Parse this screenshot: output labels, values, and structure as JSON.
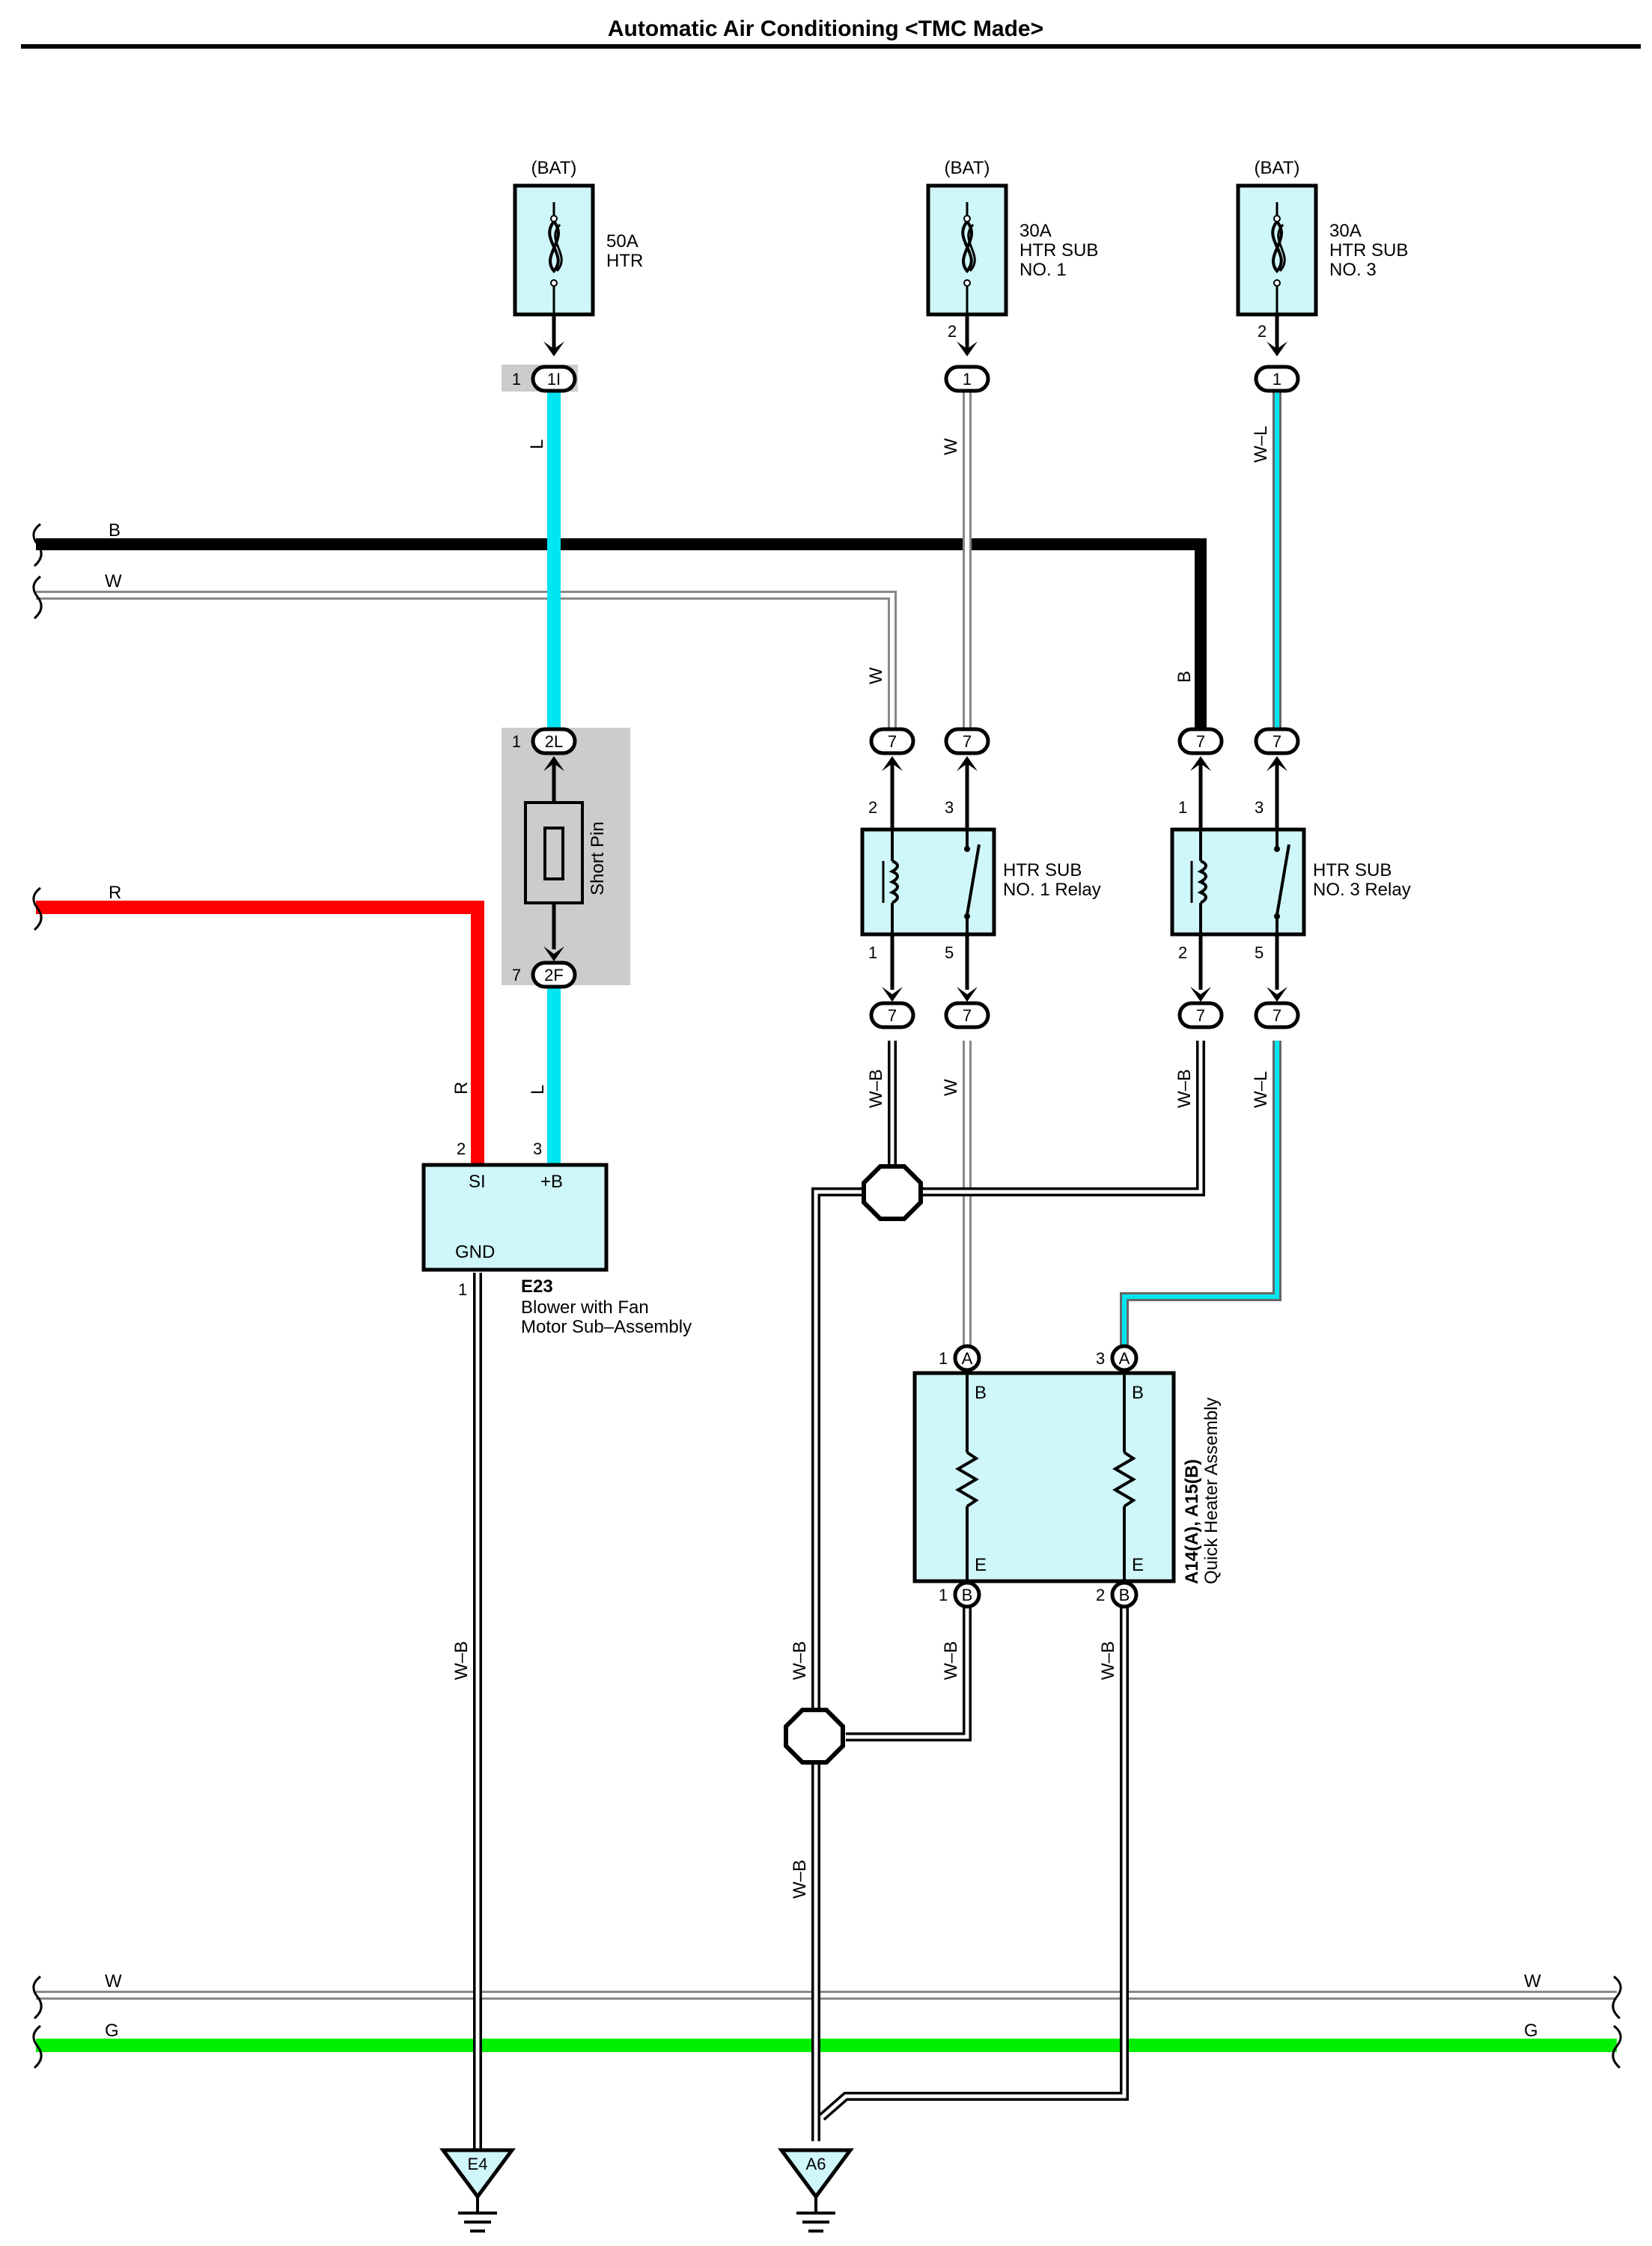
{
  "title": "Automatic Air Conditioning <TMC Made>",
  "colors": {
    "box_fill": "#cff6f8",
    "wire_L": "#00e5f0",
    "wire_R": "#ff0000",
    "wire_G": "#00ee00",
    "wire_B": "#000000",
    "shade": "#cccccc"
  },
  "fuses": [
    {
      "source": "(BAT)",
      "rating": "50A",
      "name1": "HTR",
      "name2": ""
    },
    {
      "source": "(BAT)",
      "rating": "30A",
      "name1": "HTR SUB",
      "name2": "NO. 1"
    },
    {
      "source": "(BAT)",
      "rating": "30A",
      "name1": "HTR SUB",
      "name2": "NO. 3"
    }
  ],
  "bus_labels": {
    "B": "B",
    "W": "W",
    "R": "R",
    "G": "G"
  },
  "wire_labels": {
    "L": "L",
    "W": "W",
    "WL": "W–L",
    "B": "B",
    "R": "R",
    "WB": "W–B"
  },
  "connectors": {
    "c1I": "1I",
    "c2L": "2L",
    "c2F": "2F",
    "c1": "1",
    "c7": "7",
    "cA": "A",
    "cB": "B"
  },
  "pins": {
    "p1": "1",
    "p2": "2",
    "p3": "3",
    "p5": "5",
    "p7": "7"
  },
  "short_pin": "Short Pin",
  "relays": [
    {
      "name1": "HTR SUB",
      "name2": "NO. 1 Relay"
    },
    {
      "name1": "HTR SUB",
      "name2": "NO. 3 Relay"
    }
  ],
  "blower": {
    "id": "E23",
    "name1": "Blower with Fan",
    "name2": "Motor Sub–Assembly",
    "term_si": "SI",
    "term_b": "+B",
    "term_gnd": "GND"
  },
  "heater": {
    "id": "A14(A), A15(B)",
    "name": "Quick Heater Assembly",
    "term_b": "B",
    "term_e": "E"
  },
  "grounds": [
    "E4",
    "A6"
  ]
}
